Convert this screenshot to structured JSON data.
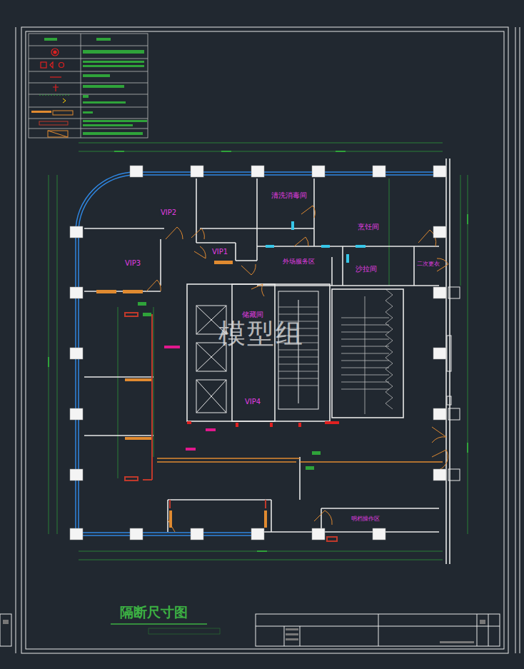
{
  "diagram": {
    "title": "隔断尺寸图",
    "labels": [
      "清洗消毒间",
      "VIP2",
      "烹饪间",
      "VIP1",
      "VIP3",
      "外场服务区",
      "沙拉间",
      "二次更衣",
      "储藏间",
      "VIP4",
      "模型组",
      "明档操作区"
    ]
  }
}
